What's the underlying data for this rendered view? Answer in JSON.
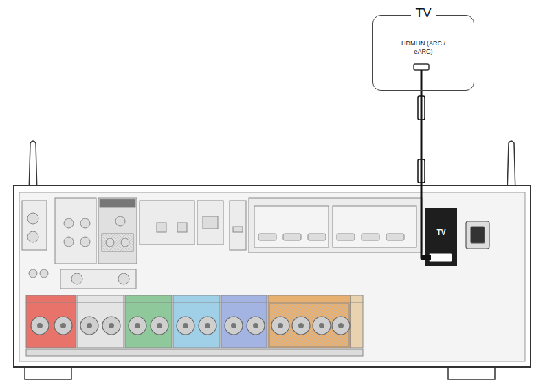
{
  "diagram": {
    "nodes": [
      {
        "text": [
          "TV",
          "HDMI IN (ARC / eARC)"
        ]
      },
      {
        "text": [
          "TV"
        ]
      }
    ],
    "edges": [
      {
        "from": 0,
        "to": 1,
        "arrow": "none"
      }
    ]
  }
}
